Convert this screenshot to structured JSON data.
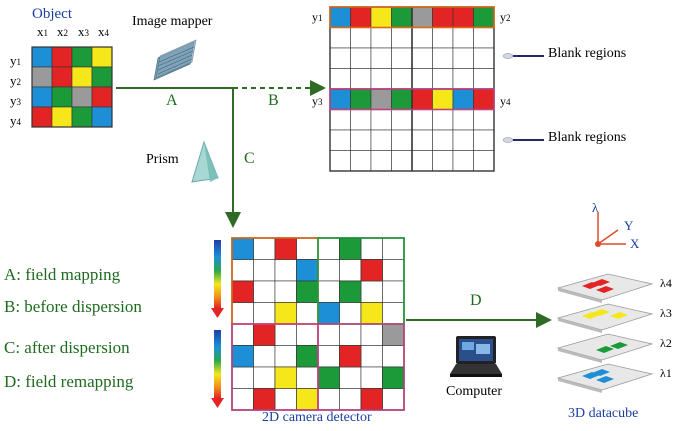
{
  "labels": {
    "object": "Object",
    "image_mapper": "Image mapper",
    "prism": "Prism",
    "arrow_a": "A",
    "arrow_b": "B",
    "arrow_c": "C",
    "arrow_d": "D",
    "blank_regions_1": "Blank regions",
    "blank_regions_2": "Blank regions",
    "camera_detector": "2D camera detector",
    "computer": "Computer",
    "datacube": "3D datacube",
    "axis_lambda": "λ",
    "axis_y": "Y",
    "axis_x": "X"
  },
  "object_axes": {
    "x": [
      "x1",
      "x2",
      "x3",
      "x4"
    ],
    "y": [
      "y1",
      "y2",
      "y3",
      "y4"
    ]
  },
  "mapped_row_labels": {
    "top_left": "y1",
    "top_right": "y2",
    "mid_left": "y3",
    "mid_right": "y4"
  },
  "datacube_layers": [
    "λ4",
    "λ3",
    "λ2",
    "λ1"
  ],
  "legend": [
    "A: field mapping",
    "B: before dispersion",
    "C: after dispersion",
    "D: field remapping"
  ],
  "colors": {
    "blue": "#1d8fd6",
    "red": "#e32424",
    "yellow": "#f5e71a",
    "green": "#1c9a3a",
    "gray": "#9a9a9a",
    "arrow": "#2f6b26",
    "text_green": "#1f6b1f",
    "title_blue": "#1a3fa0",
    "outline_orange": "#d96a1a",
    "outline_pink": "#c04080"
  },
  "object_grid": [
    [
      "blue",
      "red",
      "green",
      "yellow"
    ],
    [
      "gray",
      "red",
      "yellow",
      "green"
    ],
    [
      "blue",
      "green",
      "gray",
      "red"
    ],
    [
      "red",
      "yellow",
      "green",
      "blue"
    ]
  ]
}
